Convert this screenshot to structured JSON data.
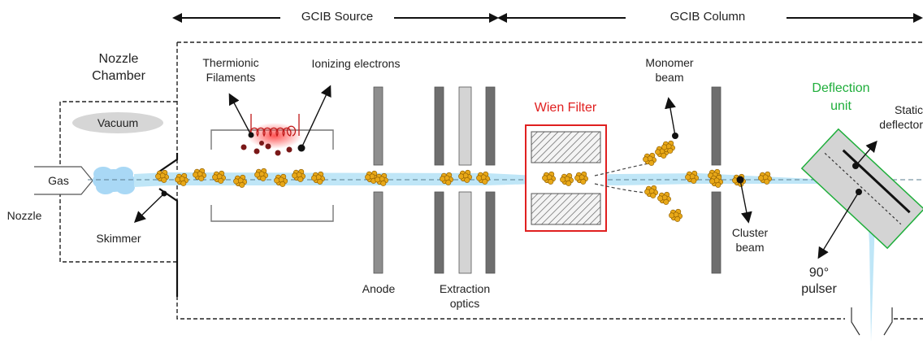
{
  "labels": {
    "gcib_source": "GCIB Source",
    "gcib_column": "GCIB Column",
    "nozzle_chamber": "Nozzle\nChamber",
    "vacuum": "Vacuum",
    "gas": "Gas",
    "nozzle": "Nozzle",
    "skimmer": "Skimmer",
    "thermionic_filaments": "Thermionic\nFilaments",
    "ionizing_electrons": "Ionizing electrons",
    "anode": "Anode",
    "extraction_optics": "Extraction\noptics",
    "wien_filter": "Wien Filter",
    "monomer_beam": "Monomer\nbeam",
    "cluster_beam": "Cluster\nbeam",
    "deflection_unit": "Deflection\nunit",
    "static_deflector": "Static\ndeflector",
    "pulser_90": "90°\npulser"
  },
  "colors": {
    "beam": "#bfe6f7",
    "wien_filter": "#e02020",
    "deflection_unit": "#1fae3b",
    "cluster": "#e8a818",
    "filament_glow": "#ff6b6b"
  }
}
